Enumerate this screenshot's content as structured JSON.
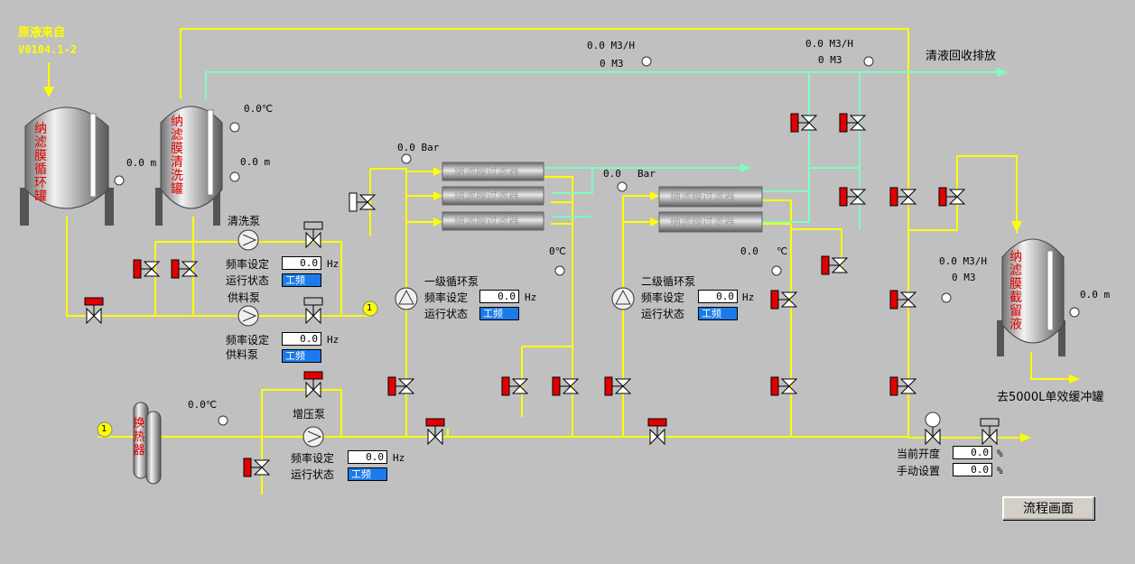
{
  "source": {
    "title": "原液来自",
    "code": "V0104.1-2"
  },
  "tanks": {
    "circ": "纳滤膜循环罐",
    "clean": "纳滤膜清洗罐",
    "conc": "纳滤膜截留液",
    "hx": "换热器"
  },
  "readings": {
    "circ_level": "0.0 m",
    "clean_temp": "0.0℃",
    "clean_level": "0.0 m",
    "p1": "0.0 Bar",
    "p2": "0.0",
    "p2_unit": "Bar",
    "t1": "0℃",
    "t2": "0.0",
    "t2_unit": "℃",
    "hx_temp": "0.0℃",
    "flow1_rate": "0.0 M3/H",
    "flow1_total": "0 M3",
    "flow2_rate": "0.0 M3/H",
    "flow2_total": "0 M3",
    "flow3_rate": "0.0 M3/H",
    "flow3_total": "0 M3",
    "conc_level": "0.0 m"
  },
  "pumps": {
    "wash": {
      "name": "清洗泵",
      "freq_label": "频率设定",
      "freq": "0.0",
      "unit": "Hz",
      "state_label": "运行状态",
      "state": "工频"
    },
    "feed": {
      "name": "供料泵",
      "freq_label": "频率设定",
      "freq": "0.0",
      "unit": "Hz",
      "state_label": "供料泵",
      "state": "工频"
    },
    "boost": {
      "name": "增压泵",
      "freq_label": "频率设定",
      "freq": "0.0",
      "unit": "Hz",
      "state_label": "运行状态",
      "state": "工频"
    },
    "stage1": {
      "name": "一级循环泵",
      "freq_label": "频率设定",
      "freq": "0.0",
      "unit": "Hz",
      "state_label": "运行状态",
      "state": "工频"
    },
    "stage2": {
      "name": "二级循环泵",
      "freq_label": "频率设定",
      "freq": "0.0",
      "unit": "Hz",
      "state_label": "运行状态",
      "state": "工频"
    }
  },
  "feed_wash_label": "清洗泵",
  "filter_label": "纳滤膜过滤器",
  "outlets": {
    "clean": "清液回收排放",
    "buffer": "去5000L单效缓冲罐"
  },
  "connector": "1",
  "control": {
    "open_label": "当前开度",
    "open_val": "0.0",
    "manual_label": "手动设置",
    "manual_val": "0.0",
    "unit": "%"
  },
  "nav": {
    "flow_button": "流程画面"
  },
  "colors": {
    "pipe": "#ffff00",
    "clean_pipe": "#80ffc0",
    "valve_red": "#e00000",
    "status_blue": "#1c7bea"
  }
}
